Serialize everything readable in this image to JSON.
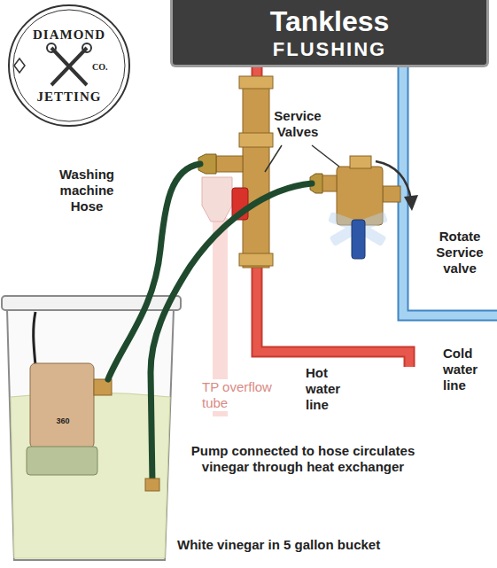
{
  "diagram": {
    "nodes": [
      {
        "text": [
          "Tankless",
          "FLUSHING"
        ]
      }
    ],
    "labels": [
      "DIAMOND",
      "CO.",
      "JETTING",
      "Service Valves",
      "Washing machine Hose",
      "Rotate Service valve",
      "Cold water line",
      "Hot water line",
      "TP overflow tube",
      "Pump connected to hose circulates vinegar through heat exchanger",
      "White vinegar in 5 gallon bucket",
      "360"
    ]
  }
}
